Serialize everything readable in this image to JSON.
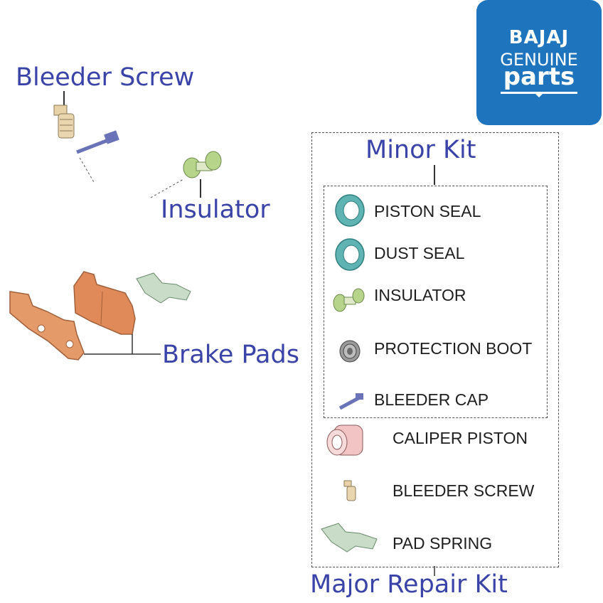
{
  "callouts": {
    "bleeder_screw": "Bleeder Screw",
    "insulator": "Insulator",
    "brake_pads": "Brake Pads",
    "minor_kit": "Minor Kit",
    "major_repair_kit": "Major Repair Kit"
  },
  "logo": {
    "brand": "BAJAJ",
    "line2": "GENUINE",
    "line3": "parts"
  },
  "minor_kit_items": [
    "PISTON SEAL",
    "DUST SEAL",
    "INSULATOR",
    "PROTECTION BOOT",
    "BLEEDER CAP"
  ],
  "major_kit_items": [
    "CALIPER PISTON",
    "BLEEDER SCREW",
    "PAD SPRING"
  ],
  "colors": {
    "callout_text": "#3a43a8",
    "logo_bg": "#1f75bd",
    "seal": "#5fb3b3",
    "pad_copper": "#e08a5a",
    "insulator_green": "#b6d48a"
  }
}
